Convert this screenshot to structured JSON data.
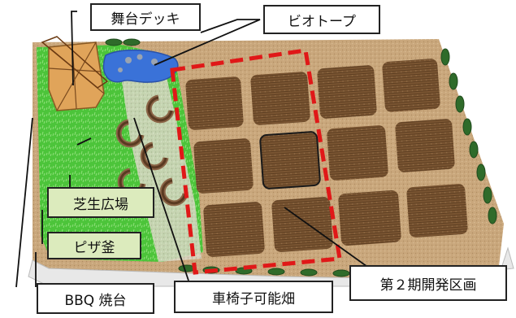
{
  "labels": {
    "stage_deck": "舞台デッキ",
    "biotope": "ビオトープ",
    "lawn_plaza": "芝生広場",
    "pizza_oven": "ピザ釜",
    "bbq_stand": "BBQ 焼台",
    "wheelchair_field": "車椅子可能畑",
    "phase2_area": "第２期開発区画"
  },
  "colors": {
    "field_soil": "#7a5532",
    "path": "#c9a77c",
    "lawn": "#4cc43a",
    "water": "#3a72d8",
    "deck": "#e0a45a",
    "phase2_outline": "#e01818",
    "hedge": "#2f6b2a",
    "label_green_bg": "#dcebbd"
  }
}
